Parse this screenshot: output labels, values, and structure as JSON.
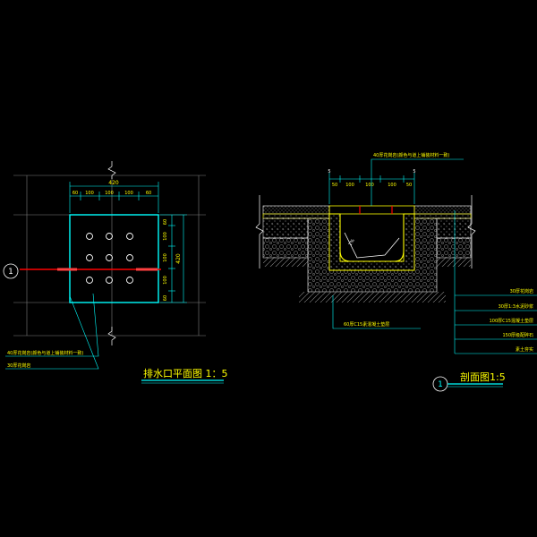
{
  "plan": {
    "title": "排水口平面图 1：5",
    "section_marker": "1",
    "top_overall_dim": "420",
    "top_dims": [
      "60",
      "100",
      "100",
      "100",
      "60"
    ],
    "right_overall_dim": "420",
    "right_dims": [
      "60",
      "100",
      "100",
      "100",
      "60"
    ],
    "note_1": "40厚花岗岩(颜色与道上铺装材料一致)",
    "note_2": "30厚花岗岩"
  },
  "section": {
    "title": "剖面图1:5",
    "marker": "1",
    "top_note": "40厚花岗岩(颜色与道上铺装材料一致)",
    "top_small": [
      "5",
      "5"
    ],
    "top_dims": [
      "50",
      "100",
      "100",
      "100",
      "50"
    ],
    "slope_label": "1%",
    "bottom_note": "60厚C15素混凝土垫层",
    "layer_notes": [
      "30厚花岗岩",
      "30厚1:3水泥砂浆",
      "100厚C15混凝土垫层",
      "150厚级配碎石",
      "素土夯实"
    ]
  },
  "colors": {
    "background": "#000000",
    "line": "#00ffff",
    "text": "#ffff00",
    "cut_line": "#ff0000",
    "drain_outline": "#ffff00"
  }
}
